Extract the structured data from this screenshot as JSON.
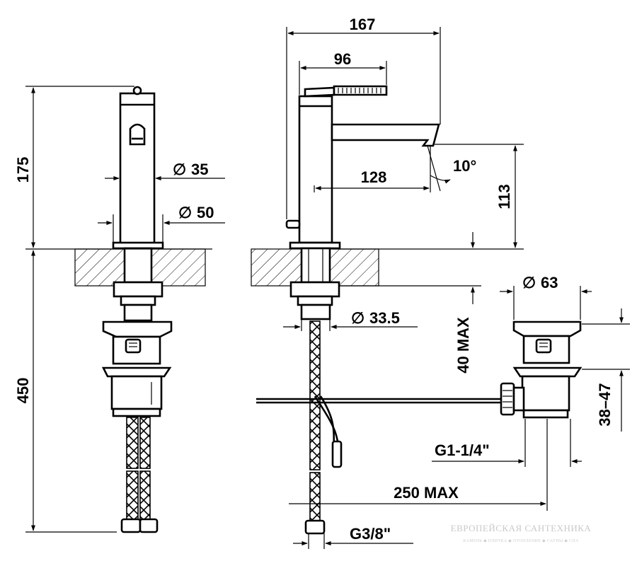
{
  "dimensions": {
    "height_top": "175",
    "height_bottom": "450",
    "dia_body": "35",
    "dia_base": "50",
    "width_total": "167",
    "handle_length": "96",
    "spout_reach": "128",
    "spout_angle": "10°",
    "spout_height": "113",
    "deck_max": "40 MAX",
    "dia_shank": "33.5",
    "dia_waste": "63",
    "waste_range": "38–47",
    "waste_thread": "G1-1/4\"",
    "rod_max": "250 MAX",
    "hose_thread": "G3/8\""
  },
  "symbols": {
    "diameter": "∅"
  },
  "watermark": {
    "title": "ЕВРОПЕЙСКАЯ САНТЕХНИКА",
    "subtitle": "КАМЕНЬ ◆ ПЛИТКА ◆ ОТОПЛЕНИЕ ◆ САУНЫ ◆ СПА"
  },
  "colors": {
    "line": "#000000",
    "background": "#ffffff",
    "watermark": "#c9c9c9"
  }
}
